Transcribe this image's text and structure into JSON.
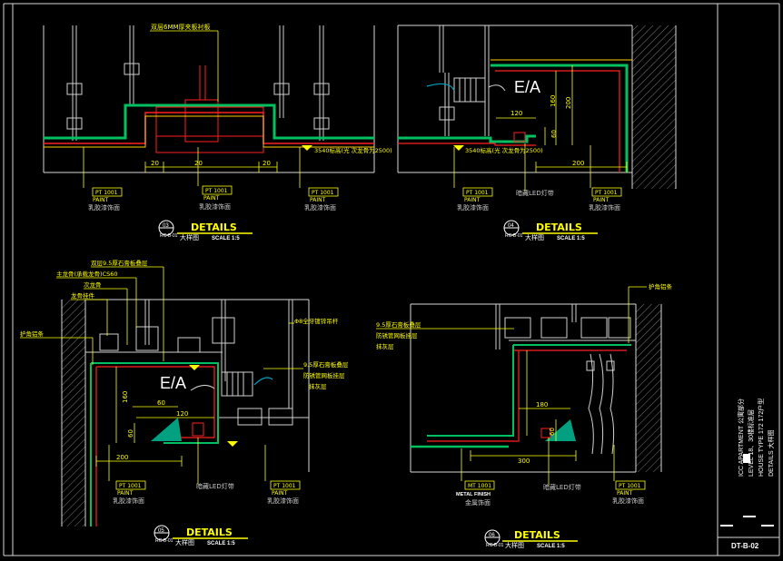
{
  "sheet": {
    "number": "DT-B-02",
    "project": "ICC APARTMENT 公寓部分",
    "level": "LEVEL 18、30楼标准层",
    "house_type": "HOUSE TYPE 172 172户型",
    "drawing_title": "DETAILS 大样图"
  },
  "colors": {
    "background": "#000000",
    "line": "#d8d8d8",
    "dimension": "#ffff00",
    "finish_red": "#ff2020",
    "green_board": "#00c060",
    "cyan_fill": "#00a080"
  },
  "details": [
    {
      "id": "d03",
      "no": "03",
      "ref": "RC-B-01",
      "title": "DETAILS",
      "subtitle": "大样图",
      "scale": "SCALE 1:5",
      "labels": [
        "双层6MM厚夹板衬板",
        "3540标高(光 次龙骨为2500)"
      ],
      "dims": [
        "20",
        "20",
        "20"
      ],
      "finish_tag_code": "PT 1001",
      "finish_tag_word": "PAINT",
      "finish_text": "乳胶漆饰面"
    },
    {
      "id": "d04",
      "no": "04",
      "ref": "RC-B-01",
      "title": "DETAILS",
      "subtitle": "大样图",
      "scale": "SCALE 1:5",
      "ea": "E/A",
      "labels": [
        "3540标高(光 次龙骨为2500)",
        "暗藏LED灯带"
      ],
      "dims": [
        "160",
        "200",
        "120",
        "60",
        "200"
      ],
      "finish_tag_code": "PT 1001",
      "finish_tag_word": "PAINT",
      "finish_text": "乳胶漆饰面"
    },
    {
      "id": "d05",
      "no": "05",
      "ref": "RC-B-01",
      "title": "DETAILS",
      "subtitle": "大样图",
      "scale": "SCALE 1:5",
      "ea": "E/A",
      "labels": [
        "双层9.5厚石膏板叠层",
        "主龙骨(承载龙骨)CS60",
        "次龙骨",
        "龙骨挂件",
        "护角铝条",
        "Φ8全牙镀锌吊杆",
        "9.5厚石膏板叠层",
        "防锈管网板挂层",
        "抹灰层",
        "暗藏LED灯带"
      ],
      "dims": [
        "160",
        "60",
        "120",
        "60",
        "200"
      ],
      "finish_tag_code": "PT 1001",
      "finish_tag_word": "PAINT",
      "finish_text": "乳胶漆饰面"
    },
    {
      "id": "d06",
      "no": "06",
      "ref": "RC-B-01",
      "title": "DETAILS",
      "subtitle": "大样图",
      "scale": "SCALE 1:5",
      "labels": [
        "护角铝条",
        "9.5厚石膏板叠层",
        "防锈管网板挂层",
        "抹灰层",
        "暗藏LED灯带"
      ],
      "dims": [
        "180",
        "60",
        "300"
      ],
      "metal_tag_code": "MT 1001",
      "metal_tag_word": "METAL FINISH",
      "metal_text": "金属饰面",
      "finish_tag_code": "PT 1001",
      "finish_tag_word": "PAINT",
      "finish_text": "乳胶漆饰面"
    }
  ]
}
